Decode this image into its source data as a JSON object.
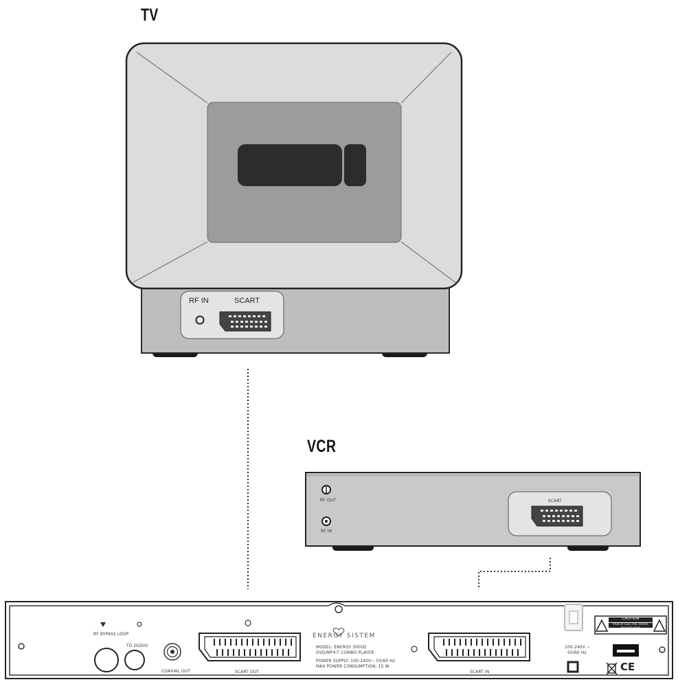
{
  "tv": {
    "title": "TV",
    "rf_in_label": "RF IN",
    "scart_label": "SCART"
  },
  "vcr": {
    "title": "VCR",
    "rf_out_label": "RF OUT",
    "rf_in_label": "RF IN",
    "scart_label": "SCART"
  },
  "player": {
    "rf_bypass_label": "RF BYPASS LOOP",
    "tv_audio_label": "TO DUDIO",
    "coaxial_out_label": "COAXIAL OUT",
    "scart_out_label": "SCART OUT",
    "scart_in_label": "SCART IN",
    "brand": "ENERGY SISTEM",
    "model_line1": "MODEL: ENERGY 3000D",
    "model_line2": "DVD/MP4-T COMBO PLAYER",
    "power_line1": "POWER SUPPLY: 100-240V~ 50/60 Hz",
    "power_line2": "MAX POWER CONSUMPTION: 15 W",
    "voltage_line1": "100-240V ~",
    "voltage_line2": "50/60 Hz",
    "caution_title": "CAUTION",
    "caution_line1": "RISK OF ELECTRIC SHOCK",
    "caution_line2": "DO NOT OPEN",
    "ce_mark": "CE"
  },
  "colors": {
    "tv_bezel": "#dcdcdc",
    "tv_screen": "#9c9c9c",
    "tv_stand": "#bdbdbd",
    "vcr_body": "#c9c9c9",
    "player_panel": "#ffffff",
    "line": "#2a2a2a"
  }
}
